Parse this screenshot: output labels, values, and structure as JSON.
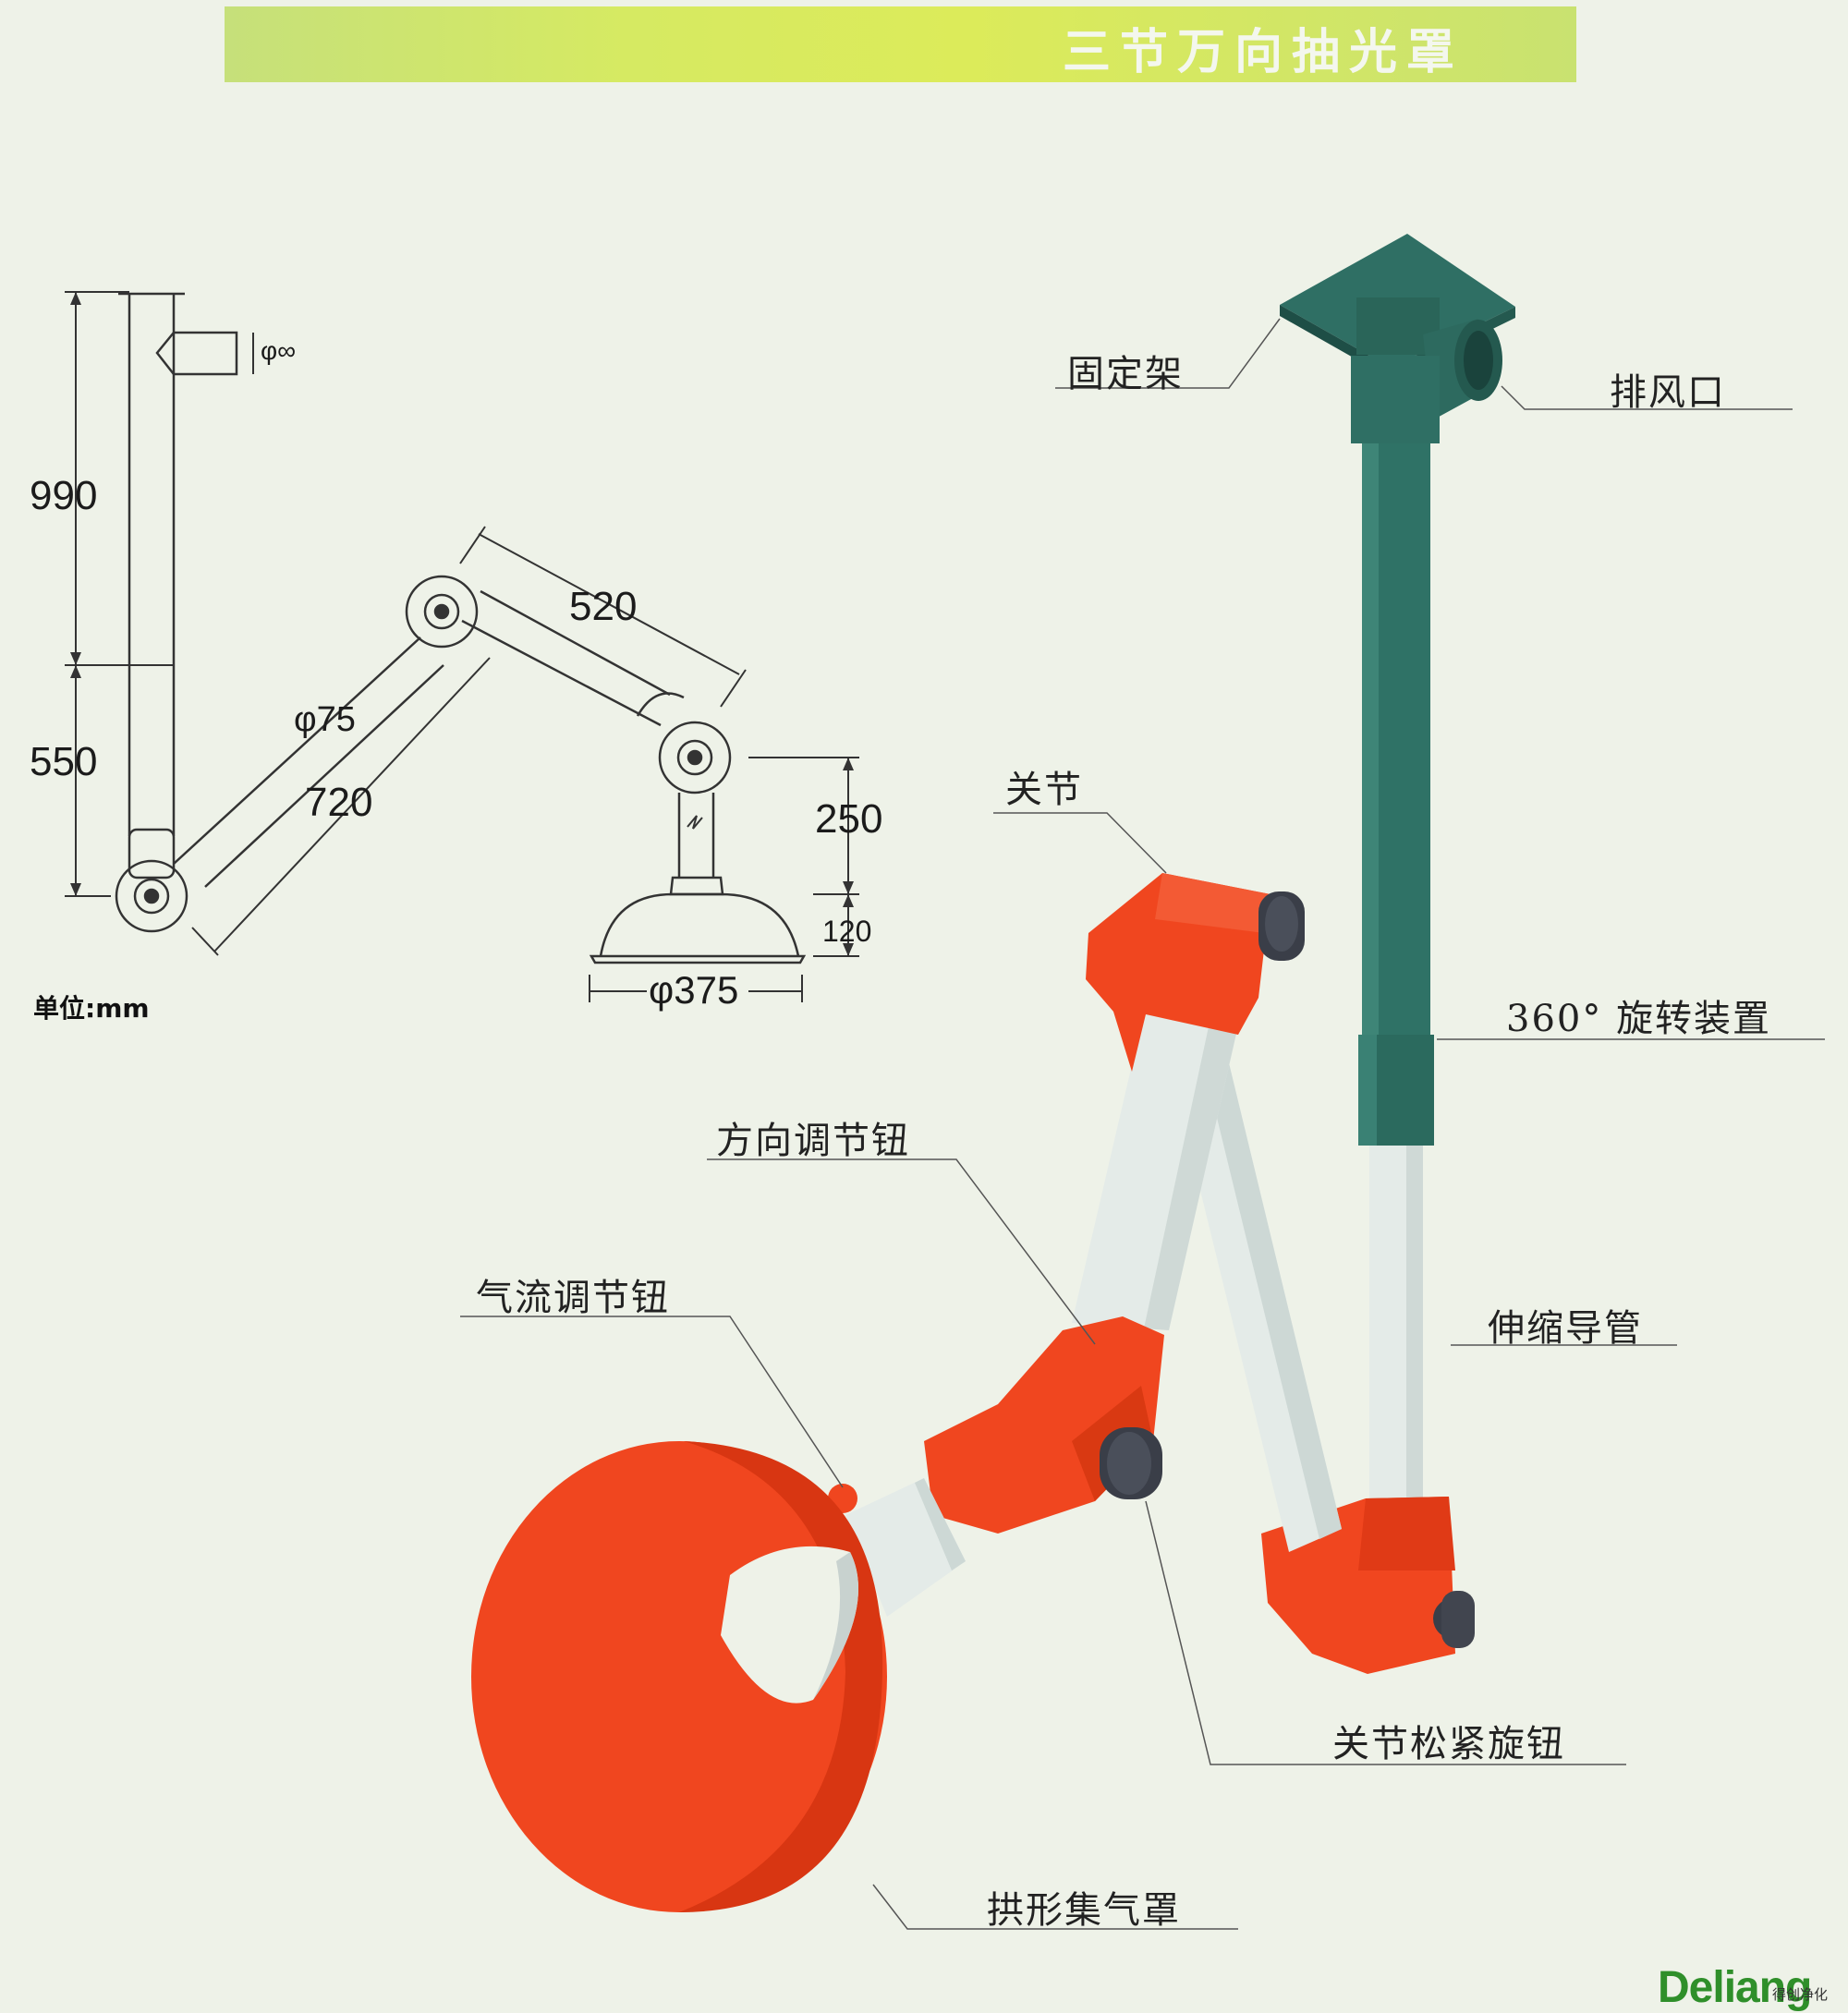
{
  "header": {
    "title": "三节万向抽光罩"
  },
  "drawing": {
    "dims": {
      "d990": "990",
      "d550": "550",
      "d520": "520",
      "d75": "φ75",
      "d720": "720",
      "d250": "250",
      "d120": "120",
      "d375": "φ375",
      "dtop": "φ∞"
    },
    "unit": "单位:mm"
  },
  "callouts": {
    "mount": "固定架",
    "outlet": "排风口",
    "joint": "关节",
    "rotation": "360°  旋转装置",
    "direction_knob": "方向调节钮",
    "airflow_knob": "气流调节钮",
    "telescopic": "伸缩导管",
    "joint_knob": "关节松紧旋钮",
    "hood": "拱形集气罩"
  },
  "brand": {
    "name": "Deliang",
    "sub": "得创净化"
  },
  "colors": {
    "teal": "#2e6e63",
    "orange": "#f0461f",
    "white_tube": "#e6ecea",
    "banner": "#d4e964"
  }
}
